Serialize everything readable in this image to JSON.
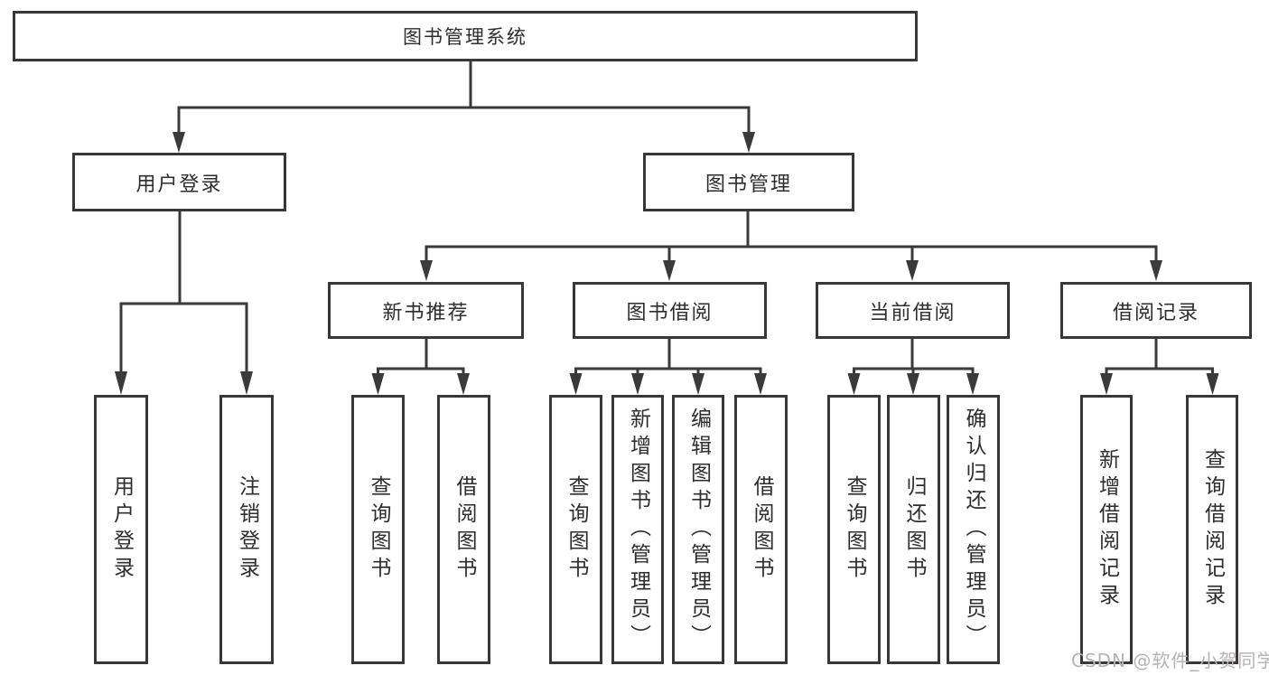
{
  "diagram": {
    "root": "图书管理系统",
    "level2": {
      "user": "用户登录",
      "book": "图书管理"
    },
    "level3": {
      "new_books": "新书推荐",
      "borrowing": "图书借阅",
      "current": "当前借阅",
      "records": "借阅记录"
    },
    "leaves": {
      "user_login": "用户登录",
      "user_logout": "注销登录",
      "new_query": "查询图书",
      "new_borrow": "借阅图书",
      "borrow_query": "查询图书",
      "borrow_add": "新增图书（管理员）",
      "borrow_edit": "编辑图书（管理员）",
      "borrow_borrow": "借阅图书",
      "current_query": "查询图书",
      "current_return": "归还图书",
      "current_confirm": "确认归还（管理员）",
      "record_add": "新增借阅记录",
      "record_query": "查询借阅记录"
    }
  },
  "watermark": "CSDN @软件_小贺同学",
  "colors": {
    "line": "#3a3a3a",
    "border": "#383838",
    "text": "#2d2d2d",
    "watermark": "#b7b2b2",
    "background": "#ffffff"
  }
}
